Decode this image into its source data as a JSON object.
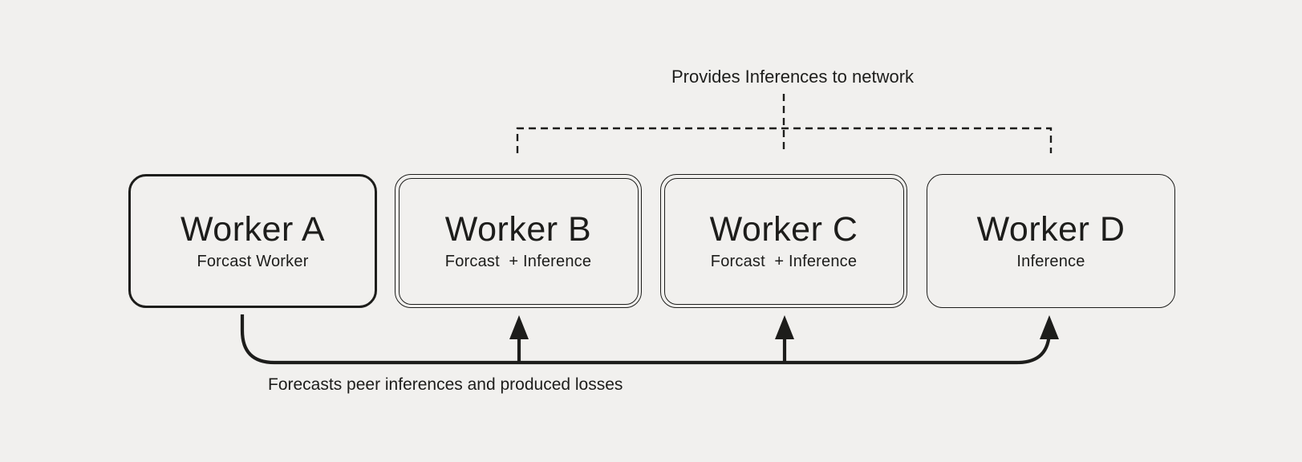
{
  "canvas": {
    "background_color": "#f1f0ee",
    "ink_color": "#1d1d1b"
  },
  "top_annotation": {
    "label": "Provides Inferences to network",
    "connects": [
      "Worker B",
      "Worker C",
      "Worker D"
    ],
    "line_style": "dashed"
  },
  "bottom_annotation": {
    "label": "Forecasts peer inferences and produced losses",
    "from": "Worker A",
    "to": [
      "Worker B",
      "Worker C",
      "Worker D"
    ],
    "line_style": "solid-arrow"
  },
  "workers": [
    {
      "id": "A",
      "title": "Worker A",
      "subtitle": "Forcast Worker",
      "border": "single-thick"
    },
    {
      "id": "B",
      "title": "Worker B",
      "subtitle": "Forcast  + Inference",
      "border": "double"
    },
    {
      "id": "C",
      "title": "Worker C",
      "subtitle": "Forcast  + Inference",
      "border": "double"
    },
    {
      "id": "D",
      "title": "Worker D",
      "subtitle": "Inference",
      "border": "single-thin"
    }
  ]
}
